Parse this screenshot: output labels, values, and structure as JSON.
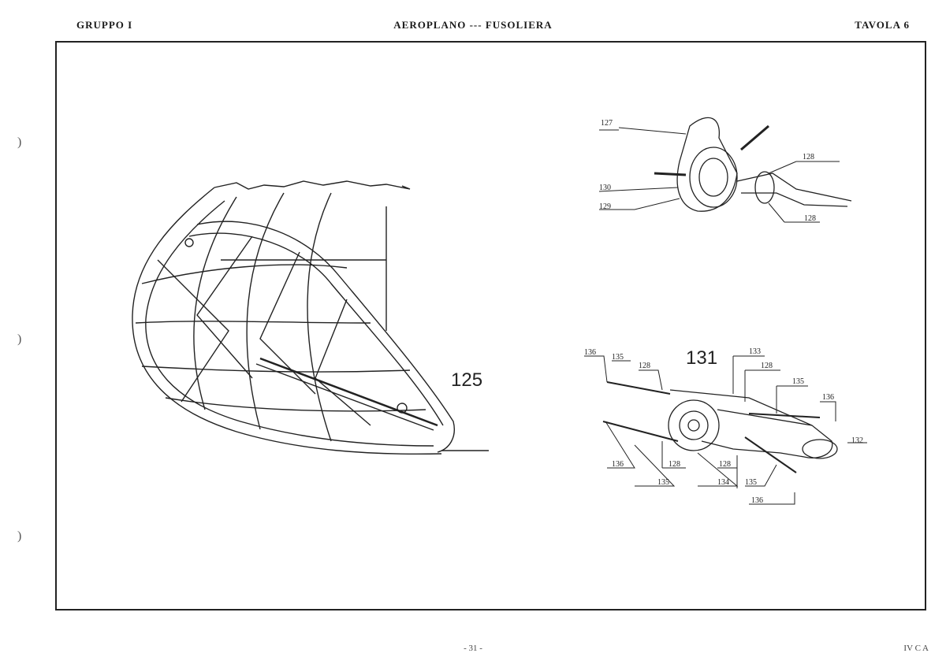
{
  "header": {
    "group": "GRUPPO I",
    "title": "AEROPLANO --- FUSOLIERA",
    "plate": "TAVOLA 6"
  },
  "footer": {
    "page": "- 31 -",
    "code": "IV C A"
  },
  "figures": [
    {
      "number": "125"
    },
    {
      "number": "131"
    }
  ],
  "callouts": {
    "c127": "127",
    "c128a": "128",
    "c130": "130",
    "c129": "129",
    "c128b": "128",
    "c136a": "136",
    "c135a": "135",
    "c128c": "128",
    "c133": "133",
    "c128d": "128",
    "c135b": "135",
    "c136b": "136",
    "c132": "132",
    "c136c": "136",
    "c128e": "128",
    "c128f": "128",
    "c135c": "135",
    "c134": "134",
    "c135d": "135",
    "c136d": "136"
  },
  "margin_marks": [
    ")",
    ")",
    ")"
  ]
}
